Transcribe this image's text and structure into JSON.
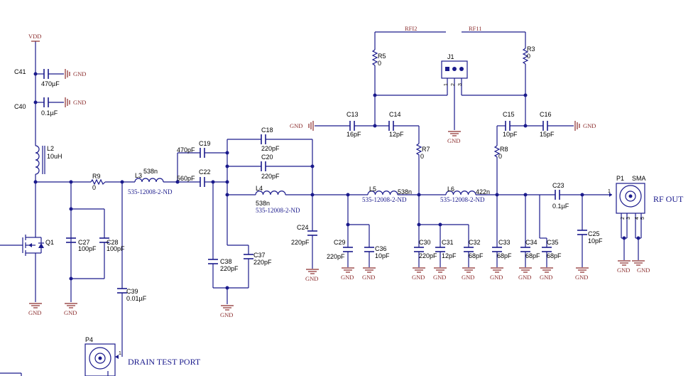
{
  "nets": {
    "vdd": "VDD",
    "gnd": "GND",
    "rf1": "RF11",
    "rf2": "RFI2"
  },
  "ports": {
    "rf_out": "RF OUT",
    "drain_test": "DRAIN TEST PORT"
  },
  "connectors": {
    "J1": {
      "ref": "J1",
      "pins": [
        "1",
        "2",
        "3"
      ]
    },
    "P1": {
      "ref": "P1",
      "type": "SMA",
      "pins": [
        "1",
        "2",
        "3",
        "4",
        "5"
      ]
    },
    "P4": {
      "ref": "P4",
      "pins": [
        "1"
      ]
    }
  },
  "parts": {
    "C41": {
      "ref": "C41",
      "value": "470µF"
    },
    "C40": {
      "ref": "C40",
      "value": "0.1µF"
    },
    "L2": {
      "ref": "L2",
      "value": "10uH"
    },
    "R9": {
      "ref": "R9",
      "value": "0"
    },
    "L3": {
      "ref": "L3",
      "value": "538n",
      "pn": "535-12008-2-ND"
    },
    "Q1": {
      "ref": "Q1"
    },
    "C27": {
      "ref": "C27",
      "value": "100pF"
    },
    "C28": {
      "ref": "C28",
      "value": "100pF"
    },
    "C39": {
      "ref": "C39",
      "value": "0.01µF"
    },
    "C19": {
      "ref": "C19",
      "value": "470pF"
    },
    "C22": {
      "ref": "C22",
      "value": "560pF"
    },
    "C18": {
      "ref": "C18",
      "value": "220pF"
    },
    "C20": {
      "ref": "C20",
      "value": "220pF"
    },
    "L4": {
      "ref": "L4",
      "value": "538n",
      "pn": "535-12008-2-ND"
    },
    "C38": {
      "ref": "C38",
      "value": "220pF"
    },
    "C37": {
      "ref": "C37",
      "value": "220pF"
    },
    "C24": {
      "ref": "C24",
      "value": "220pF"
    },
    "C13": {
      "ref": "C13",
      "value": "16pF"
    },
    "C14": {
      "ref": "C14",
      "value": "12pF"
    },
    "R5": {
      "ref": "R5",
      "value": "0"
    },
    "R7": {
      "ref": "R7",
      "value": "0"
    },
    "L5": {
      "ref": "L5",
      "value": "538n",
      "pn": "535-12008-2-ND"
    },
    "C29": {
      "ref": "C29",
      "value": "220pF"
    },
    "C36": {
      "ref": "C36",
      "value": "10pF"
    },
    "C30": {
      "ref": "C30",
      "value": "220pF"
    },
    "C31": {
      "ref": "C31",
      "value": "12pF"
    },
    "C32": {
      "ref": "C32",
      "value": "68pF"
    },
    "R3": {
      "ref": "R3",
      "value": "0"
    },
    "C15": {
      "ref": "C15",
      "value": "10pF"
    },
    "C16": {
      "ref": "C16",
      "value": "15pF"
    },
    "R8": {
      "ref": "R8",
      "value": "0"
    },
    "L6": {
      "ref": "L6",
      "value": "422n",
      "pn": "535-12008-2-ND"
    },
    "C33": {
      "ref": "C33",
      "value": "68pF"
    },
    "C34": {
      "ref": "C34",
      "value": "68pF"
    },
    "C35": {
      "ref": "C35",
      "value": "68pF"
    },
    "C23": {
      "ref": "C23",
      "value": "0.1µF"
    },
    "C25": {
      "ref": "C25",
      "value": "10pF"
    }
  },
  "colors": {
    "wire": "#1a1a8c",
    "ground": "#8b2c2c",
    "text": "#000000"
  }
}
